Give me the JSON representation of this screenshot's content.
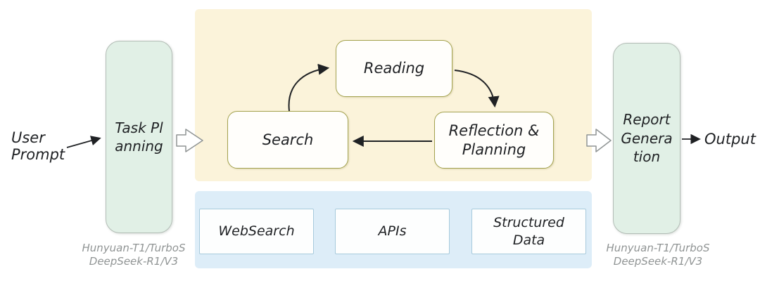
{
  "nodes": {
    "user_prompt": "User\nPrompt",
    "task_planning": "Task Planning",
    "reading": "Reading",
    "search": "Search",
    "reflection_planning": "Reflection &\nPlanning",
    "websearch": "WebSearch",
    "apis": "APIs",
    "structured_data": "Structured\nData",
    "report_generation": "Report Generation",
    "output": "Output"
  },
  "annotations": {
    "left_models": "Hunyuan-T1/TurboS\nDeepSeek-R1/V3",
    "right_models": "Hunyuan-T1/TurboS\nDeepSeek-R1/V3"
  },
  "colors": {
    "loop_panel_bg": "#fbf3da",
    "tools_panel_bg": "#ddedf8",
    "stage_node_bg": "#e1f0e6",
    "stage_node_border": "#b3bdb6",
    "loop_node_border": "#a3a24f",
    "tool_node_border": "#a7cadc",
    "arrow_color": "#1f2124",
    "caption_color": "#909494"
  }
}
